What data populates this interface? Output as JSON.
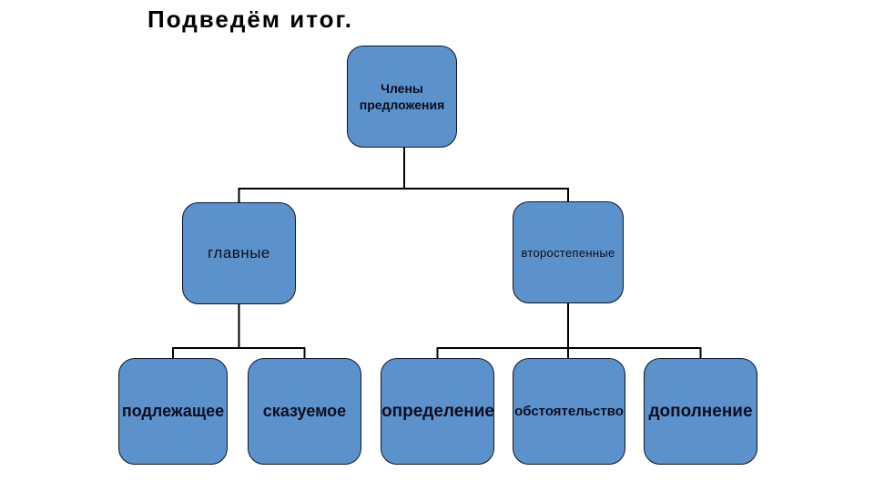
{
  "page": {
    "title": "Подведём итог."
  },
  "diagram": {
    "type": "tree",
    "description": "Hierarchy of sentence members (Russian grammar)",
    "nodes": [
      {
        "id": "root",
        "label": "Члены предложения",
        "parent": null
      },
      {
        "id": "main",
        "label": "главные",
        "parent": "root"
      },
      {
        "id": "secondary",
        "label": "второстепенные",
        "parent": "root"
      },
      {
        "id": "subject",
        "label": "подлежащее",
        "parent": "main"
      },
      {
        "id": "predicate",
        "label": "сказуемое",
        "parent": "main"
      },
      {
        "id": "attribute",
        "label": "определение",
        "parent": "secondary"
      },
      {
        "id": "adverbial",
        "label": "обстоятельство",
        "parent": "secondary"
      },
      {
        "id": "object",
        "label": "дополнение",
        "parent": "secondary"
      }
    ]
  },
  "colors": {
    "background": "#ffffff",
    "title_color": "#000000",
    "node_fill": "#5b92cb",
    "node_border": "#0e1628",
    "node_text": "#0d0d1f",
    "line_color": "#000000"
  }
}
